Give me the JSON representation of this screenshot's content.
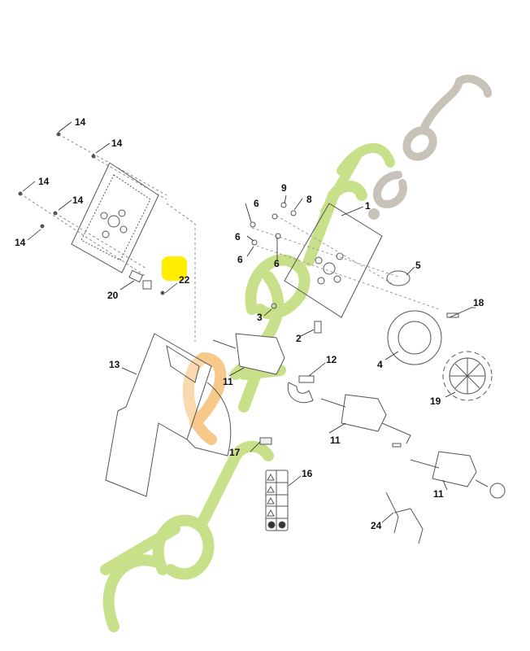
{
  "diagram": {
    "title": "Exploded parts diagram - electric lawn mower motor and handle assembly",
    "watermark": {
      "text_green": "foretjardin",
      "text_orange_letter": "e",
      "text_grey": ".com",
      "colors": {
        "green": "#c8e08a",
        "orange": "#f6c98a",
        "grey": "#c9c2b8"
      }
    },
    "highlight": {
      "shape": "yellow-square",
      "color": "#ffee00",
      "covers_label": "12"
    },
    "callouts": [
      {
        "id": "c14a",
        "label": "14",
        "part": "screw"
      },
      {
        "id": "c14b",
        "label": "14",
        "part": "screw"
      },
      {
        "id": "c14c",
        "label": "14",
        "part": "screw"
      },
      {
        "id": "c14d",
        "label": "14",
        "part": "screw"
      },
      {
        "id": "c14e",
        "label": "14",
        "part": "screw"
      },
      {
        "id": "c20",
        "label": "20",
        "part": "connector housing"
      },
      {
        "id": "c22",
        "label": "22",
        "part": "screw (partly hidden by highlight)"
      },
      {
        "id": "c9",
        "label": "9",
        "part": "washer"
      },
      {
        "id": "c8",
        "label": "8",
        "part": "nut"
      },
      {
        "id": "c1",
        "label": "1",
        "part": "motor mounting plate"
      },
      {
        "id": "c6a",
        "label": "6",
        "part": "nut"
      },
      {
        "id": "c6b",
        "label": "6",
        "part": "nut"
      },
      {
        "id": "c6c",
        "label": "6",
        "part": "nut"
      },
      {
        "id": "c6d",
        "label": "6",
        "part": "nut"
      },
      {
        "id": "c5",
        "label": "5",
        "part": "capacitor"
      },
      {
        "id": "c3",
        "label": "3",
        "part": "screw"
      },
      {
        "id": "c2",
        "label": "2",
        "part": "clip"
      },
      {
        "id": "c18",
        "label": "18",
        "part": "carbon brush"
      },
      {
        "id": "c4",
        "label": "4",
        "part": "motor"
      },
      {
        "id": "c13",
        "label": "13",
        "part": "chute / housing"
      },
      {
        "id": "c11a",
        "label": "11",
        "part": "switch box"
      },
      {
        "id": "c12",
        "label": "12",
        "part": "cable clamp"
      },
      {
        "id": "c19",
        "label": "19",
        "part": "fan"
      },
      {
        "id": "c11b",
        "label": "11",
        "part": "switch box with plug"
      },
      {
        "id": "c17",
        "label": "17",
        "part": "label"
      },
      {
        "id": "c16",
        "label": "16",
        "part": "warning decal"
      },
      {
        "id": "c11c",
        "label": "11",
        "part": "switch box"
      },
      {
        "id": "c24",
        "label": "24",
        "part": "lever"
      }
    ]
  }
}
